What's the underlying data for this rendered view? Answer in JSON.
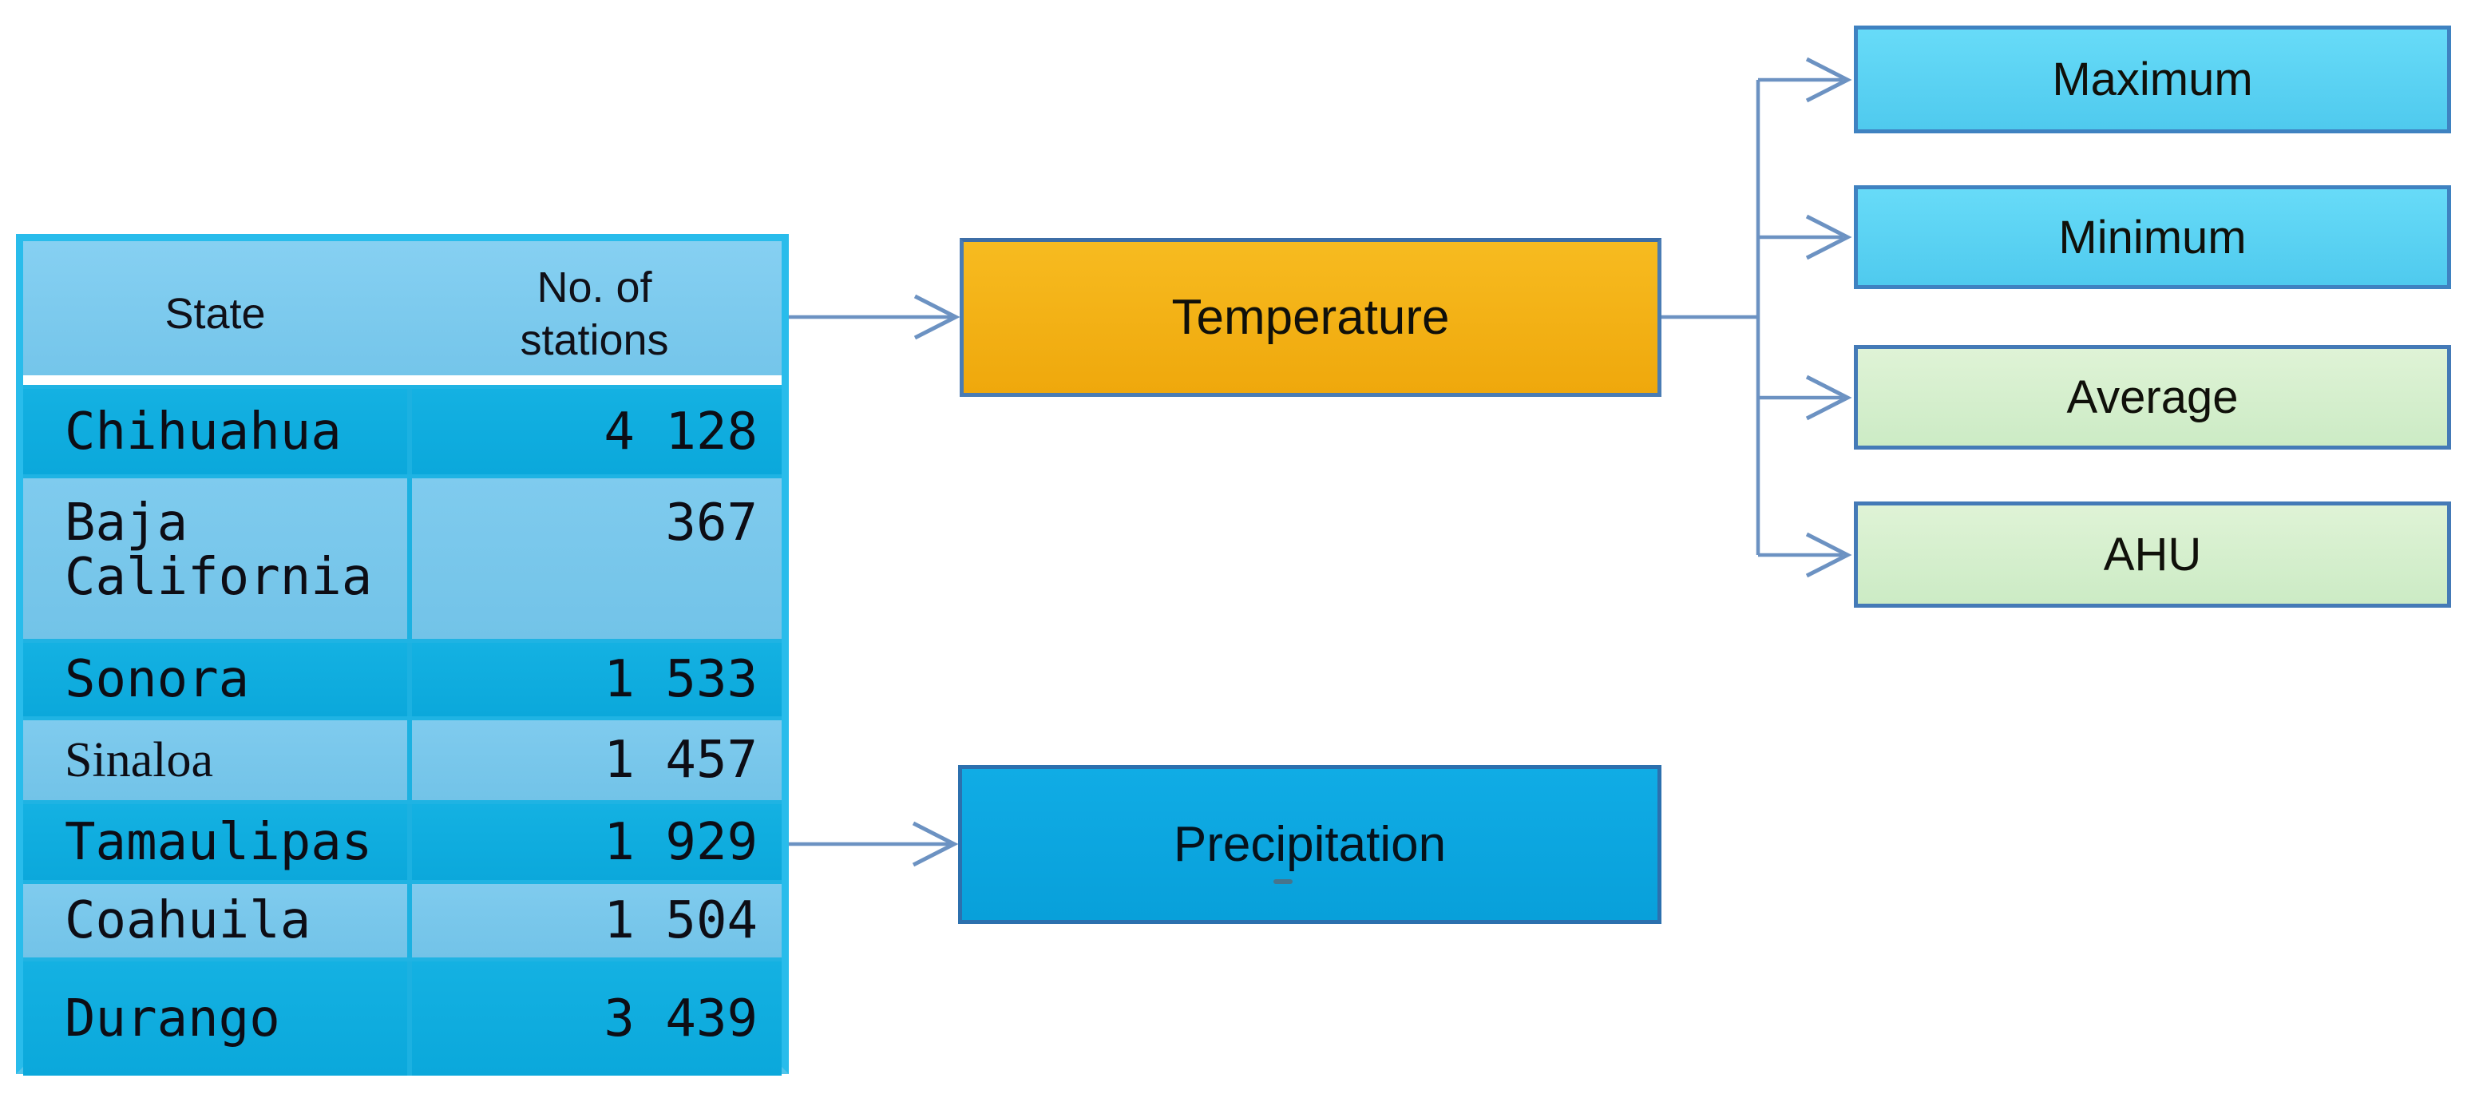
{
  "table": {
    "columns": [
      "State",
      "No. of stations"
    ],
    "rows": [
      {
        "state": "Chihuahua",
        "stations": "4 128"
      },
      {
        "state": "Baja California",
        "stations": "367"
      },
      {
        "state": "Sonora",
        "stations": "1 533"
      },
      {
        "state": "Sinaloa",
        "stations": "1 457"
      },
      {
        "state": "Tamaulipas",
        "stations": "1 929"
      },
      {
        "state": "Coahuila",
        "stations": "1 504"
      },
      {
        "state": "Durango",
        "stations": "3 439"
      }
    ]
  },
  "nodes": {
    "temperature": {
      "label": "Temperature",
      "fill": "#F5B014"
    },
    "precipitation": {
      "label": "Precipitation",
      "fill": "#0FA9E0"
    },
    "branches": [
      {
        "label": "Maximum",
        "variant": "cyan",
        "fill": "#5BD3F3"
      },
      {
        "label": "Minimum",
        "variant": "cyan",
        "fill": "#5BD3F3"
      },
      {
        "label": "Average",
        "variant": "green",
        "fill": "#D8F0CF"
      },
      {
        "label": "AHU",
        "variant": "green",
        "fill": "#D8F0CF"
      }
    ]
  },
  "colors": {
    "line": "#6C92C2",
    "table_border": "#29BCEB",
    "table_row_dark": "#0FAEDF",
    "table_row_light": "#7AC8EB",
    "table_header": "#7ECCEF"
  }
}
